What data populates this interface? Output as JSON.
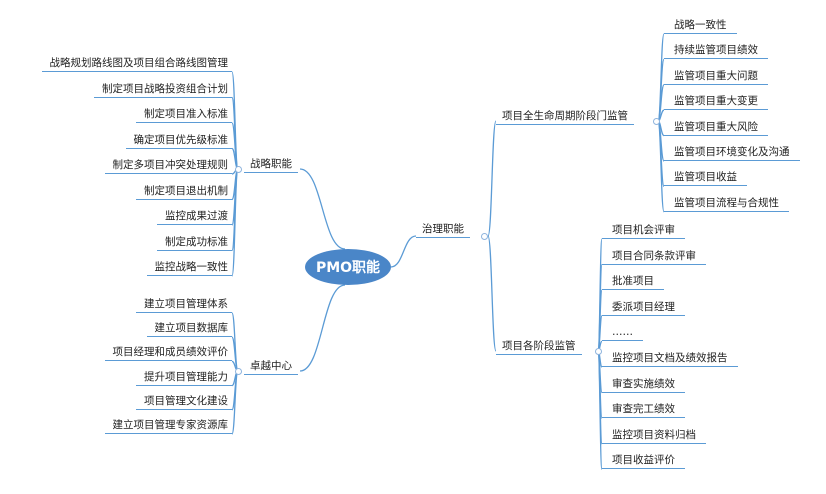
{
  "root": "PMO职能",
  "branches": {
    "governance": "治理职能",
    "strategy": "战略职能",
    "excellence": "卓越中心",
    "lifecycle": "项目全生命周期阶段门监管",
    "phases": "项目各阶段监管"
  },
  "strategy_items": [
    "战略规划路线图及项目组合路线图管理",
    "制定项目战略投资组合计划",
    "制定项目准入标准",
    "确定项目优先级标准",
    "制定多项目冲突处理规则",
    "制定项目退出机制",
    "监控成果过渡",
    "制定成功标准",
    "监控战略一致性"
  ],
  "excellence_items": [
    "建立项目管理体系",
    "建立项目数据库",
    "项目经理和成员绩效评价",
    "提升项目管理能力",
    "项目管理文化建设",
    "建立项目管理专家资源库"
  ],
  "lifecycle_items": [
    "战略一致性",
    "持续监管项目绩效",
    "监管项目重大问题",
    "监管项目重大变更",
    "监管项目重大风险",
    "监管项目环境变化及沟通",
    "监管项目收益",
    "监管项目流程与合规性"
  ],
  "phase_items": [
    "项目机会评审",
    "项目合同条款评审",
    "批准项目",
    "委派项目经理",
    "……",
    "监控项目文档及绩效报告",
    "审查实施绩效",
    "审查完工绩效",
    "监控项目资料归档",
    "项目收益评价"
  ],
  "colors": {
    "line": "#5b9bd5",
    "root_fill": "#4a86c8",
    "root_text": "#ffffff"
  }
}
